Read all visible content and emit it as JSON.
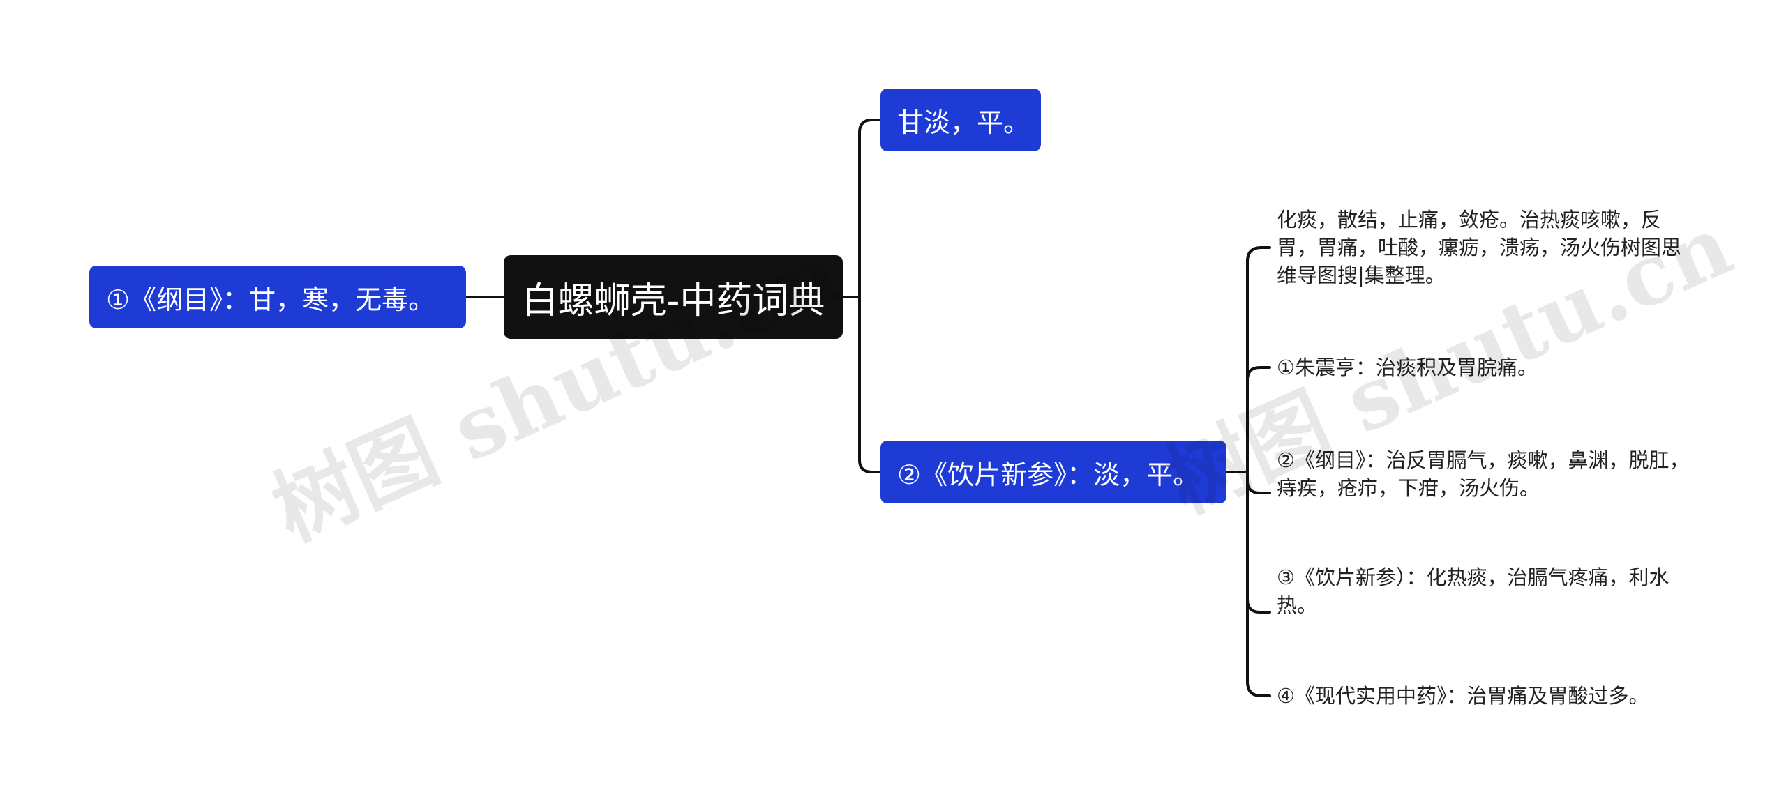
{
  "root": {
    "label": "白螺蛳壳-中药词典"
  },
  "left_branch": {
    "label": "①《纲目》：甘，寒，无毒。"
  },
  "right_branches": [
    {
      "label": "甘淡，平。"
    },
    {
      "label": "②《饮片新参》：淡，平。"
    }
  ],
  "leaves": [
    "化痰，散结，止痛，敛疮。治热痰咳嗽，反胃，胃痛，吐酸，瘰疬，溃疡，汤火伤树图思维导图搜|集整理。",
    "①朱震亨：治痰积及胃脘痛。",
    "②《纲目》：治反胃膈气，痰嗽，鼻渊，脱肛，痔疾，疮疖，下疳，汤火伤。",
    "③《饮片新参）：化热痰，治膈气疼痛，利水热。",
    "④《现代实用中药》：治胃痛及胃酸过多。"
  ],
  "watermarks": [
    "树图 shutu.cn",
    "树图 shutu.cn"
  ],
  "colors": {
    "branch_blue": "#1f3bd6",
    "root_black": "#111111",
    "connector": "#111111",
    "leaf_text": "#222222"
  }
}
